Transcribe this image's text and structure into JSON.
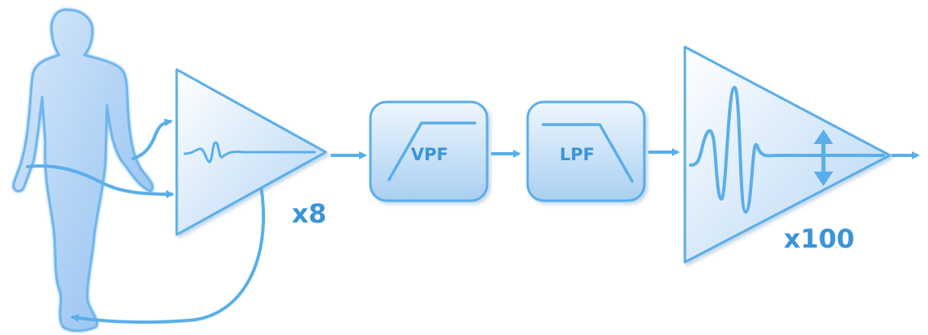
{
  "colors": {
    "stroke": "#5aaeea",
    "fill_light": "#e6f2fc",
    "fill_mid": "#bedcf6",
    "fill_body": "#a8ccf2",
    "label": "#3a94d6"
  },
  "stage1": {
    "gain_label": "x8"
  },
  "filters": [
    {
      "label": "VPF",
      "response": "high-pass"
    },
    {
      "label": "LPF",
      "response": "low-pass"
    }
  ],
  "stage2": {
    "gain_label": "x100"
  }
}
